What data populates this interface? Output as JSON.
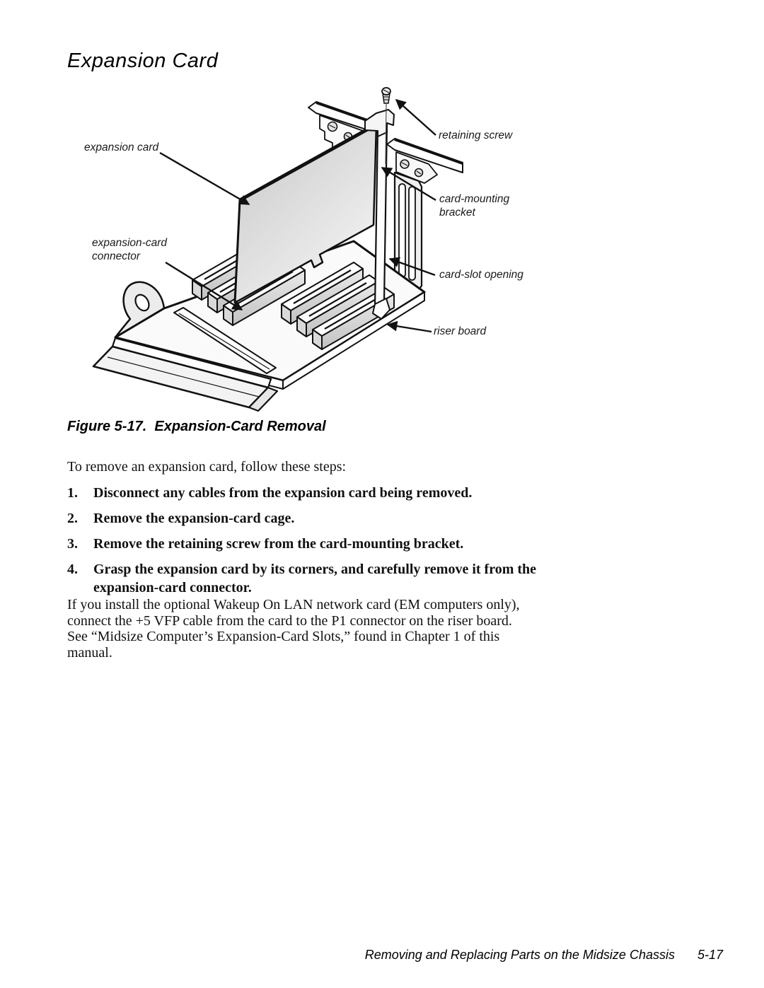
{
  "page": {
    "title": "Expansion Card",
    "figure": {
      "caption": "Figure 5-17.  Expansion-Card Removal",
      "labels": {
        "retaining_screw": "retaining screw",
        "expansion_card": "expansion card",
        "card_mounting_bracket": "card-mounting bracket",
        "expansion_card_connector": "expansion-card connector",
        "card_slot_opening": "card-slot opening",
        "riser_board": "riser board"
      }
    },
    "intro": "To remove an expansion card, follow these steps:",
    "steps": [
      {
        "num": "1.",
        "text": "Disconnect any cables from the expansion card being removed."
      },
      {
        "num": "2.",
        "text": "Remove the expansion-card cage."
      },
      {
        "num": "3.",
        "text": "Remove the retaining screw from the card-mounting bracket."
      },
      {
        "num": "4.",
        "text": "Grasp the expansion card by its corners, and carefully remove it from the expansion-card connector."
      }
    ],
    "note_lines": [
      "If you install the optional Wakeup On LAN network card (EM computers only),",
      "connect the +5 VFP cable from the card to the P1 connector on the riser board.",
      "See “Midsize Computer’s Expansion-Card Slots,” found in Chapter 1 of this",
      "manual."
    ],
    "footer": {
      "text": "Removing and Replacing Parts on the Midsize Chassis",
      "page_number": "5-17"
    },
    "ink_color": "#111111"
  }
}
